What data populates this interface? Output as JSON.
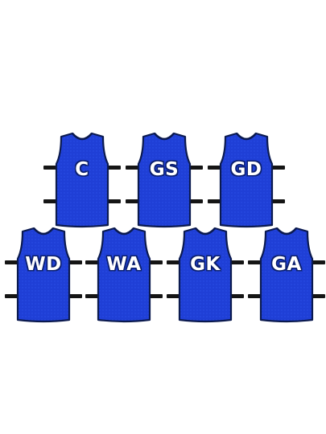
{
  "product": {
    "bibs": [
      {
        "label": "C"
      },
      {
        "label": "GS"
      },
      {
        "label": "GD"
      },
      {
        "label": "WD"
      },
      {
        "label": "WA"
      },
      {
        "label": "GK"
      },
      {
        "label": "GA"
      }
    ],
    "colors": {
      "bib_fill": "#1f3fd6",
      "bib_trim": "#0b1a4f",
      "strap": "#151515",
      "letter_fill": "#ffffff",
      "letter_outline": "#0b1f6e",
      "background": "#ffffff"
    }
  }
}
